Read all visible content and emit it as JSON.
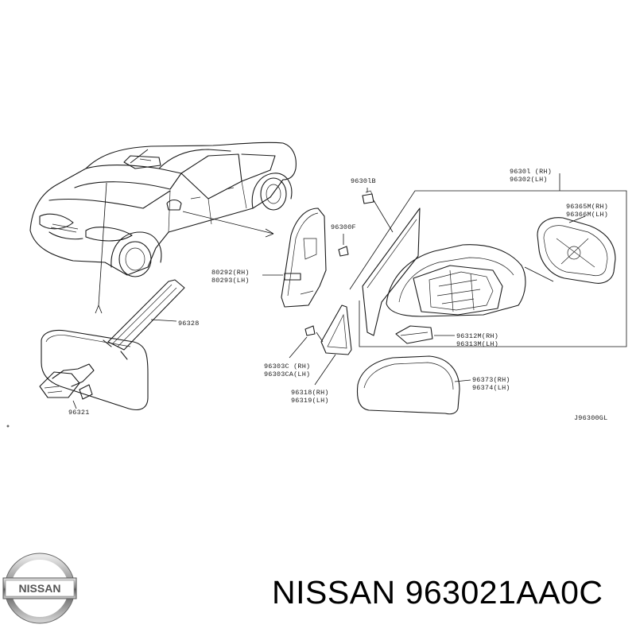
{
  "caption": {
    "brand": "NISSAN",
    "part_number": "963021AA0C"
  },
  "logo": {
    "name": "nissan-logo-icon",
    "text": "NISSAN"
  },
  "diagram": {
    "code": "J96300GL",
    "labels": {
      "p96301B": "9630lB",
      "p96301_rh": "9630l (RH)",
      "p96302_lh": "96302(LH)",
      "p96365m_rh": "96365M(RH)",
      "p96366m_lh": "96366M(LH)",
      "p96300f": "96300F",
      "p80292_rh": "80292(RH)",
      "p80293_lh": "80293(LH)",
      "p96328": "96328",
      "p96312m_rh": "96312M(RH)",
      "p96313m_lh": "96313M(LH)",
      "p96303c_rh": "96303C (RH)",
      "p96303ca_lh": "96303CA(LH)",
      "p96373_rh": "96373(RH)",
      "p96374_lh": "96374(LH)",
      "p96318_rh": "96318(RH)",
      "p96319_lh": "96319(LH)",
      "p96321": "96321"
    }
  },
  "colors": {
    "line": "#1a1a1a",
    "background": "#ffffff",
    "text": "#000000"
  }
}
